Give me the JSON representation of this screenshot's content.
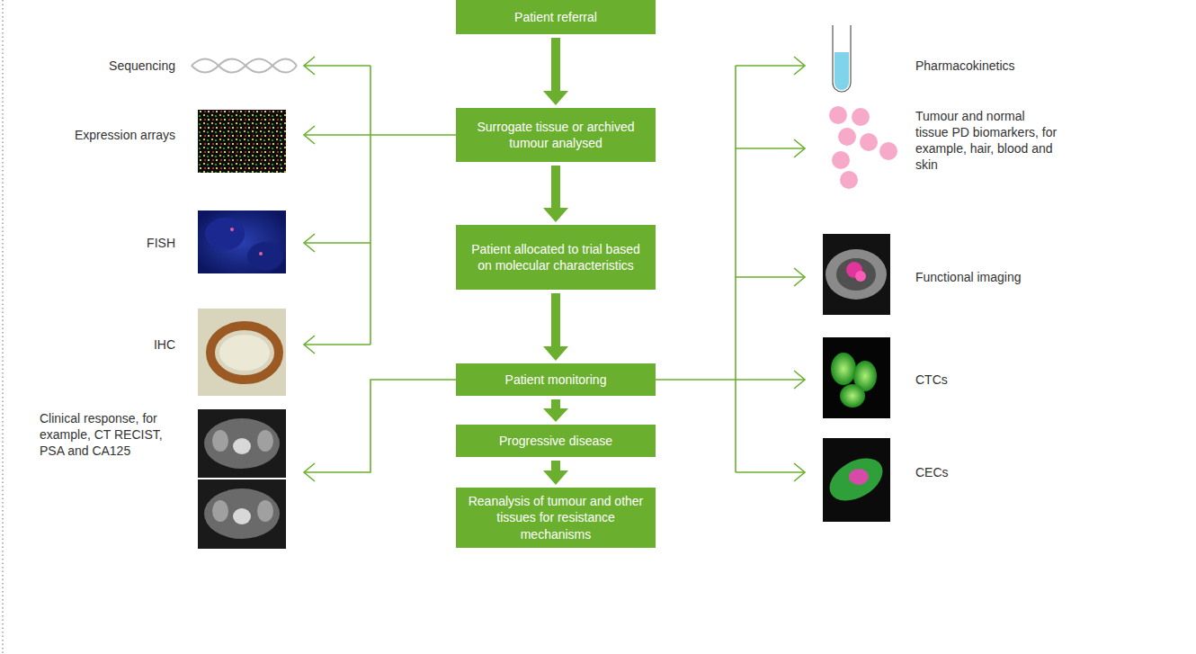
{
  "diagram": {
    "nodes": [
      {
        "text": [
          "Patient referral"
        ]
      },
      {
        "text": [
          "Surrogate tissue or archived tumour analysed"
        ]
      },
      {
        "text": [
          "Patient allocated to trial based on molecular characteristics"
        ]
      },
      {
        "text": [
          "Patient monitoring"
        ]
      },
      {
        "text": [
          "Progressive disease"
        ]
      },
      {
        "text": [
          "Reanalysis of tumour and other tissues for resistance mechanisms"
        ]
      }
    ],
    "edges": [
      {
        "from": 0,
        "to": 1,
        "arrow": "to"
      },
      {
        "from": 1,
        "to": 2,
        "arrow": "to"
      },
      {
        "from": 2,
        "to": 3,
        "arrow": "to"
      },
      {
        "from": 3,
        "to": 4,
        "arrow": "to"
      },
      {
        "from": 4,
        "to": 5,
        "arrow": "to"
      }
    ],
    "labels": [
      "Sequencing",
      "Expression arrays",
      "FISH",
      "IHC",
      "Clinical response, for example, CT RECIST, PSA and CA125",
      "Pharmacokinetics",
      "Tumour and normal tissue PD biomarkers, for example, hair, blood and skin",
      "Functional imaging",
      "CTCs",
      "CECs"
    ]
  }
}
